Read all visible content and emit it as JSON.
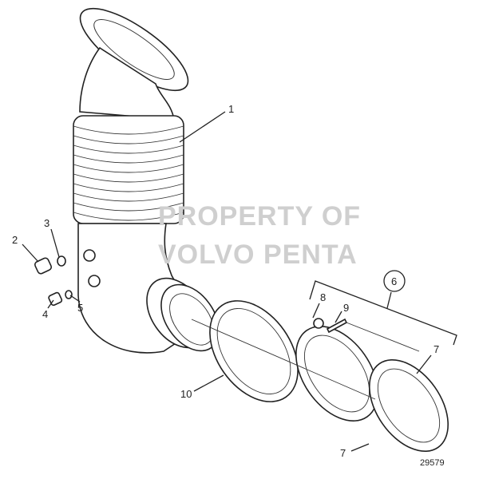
{
  "watermark": {
    "line1": "PROPERTY OF",
    "line2": "VOLVO PENTA"
  },
  "callouts": {
    "c1": "1",
    "c2": "2",
    "c3": "3",
    "c4": "4",
    "c5": "5",
    "c6": "6",
    "c7a": "7",
    "c7b": "7",
    "c8": "8",
    "c9": "9",
    "c10": "10"
  },
  "figure_number": "29579"
}
